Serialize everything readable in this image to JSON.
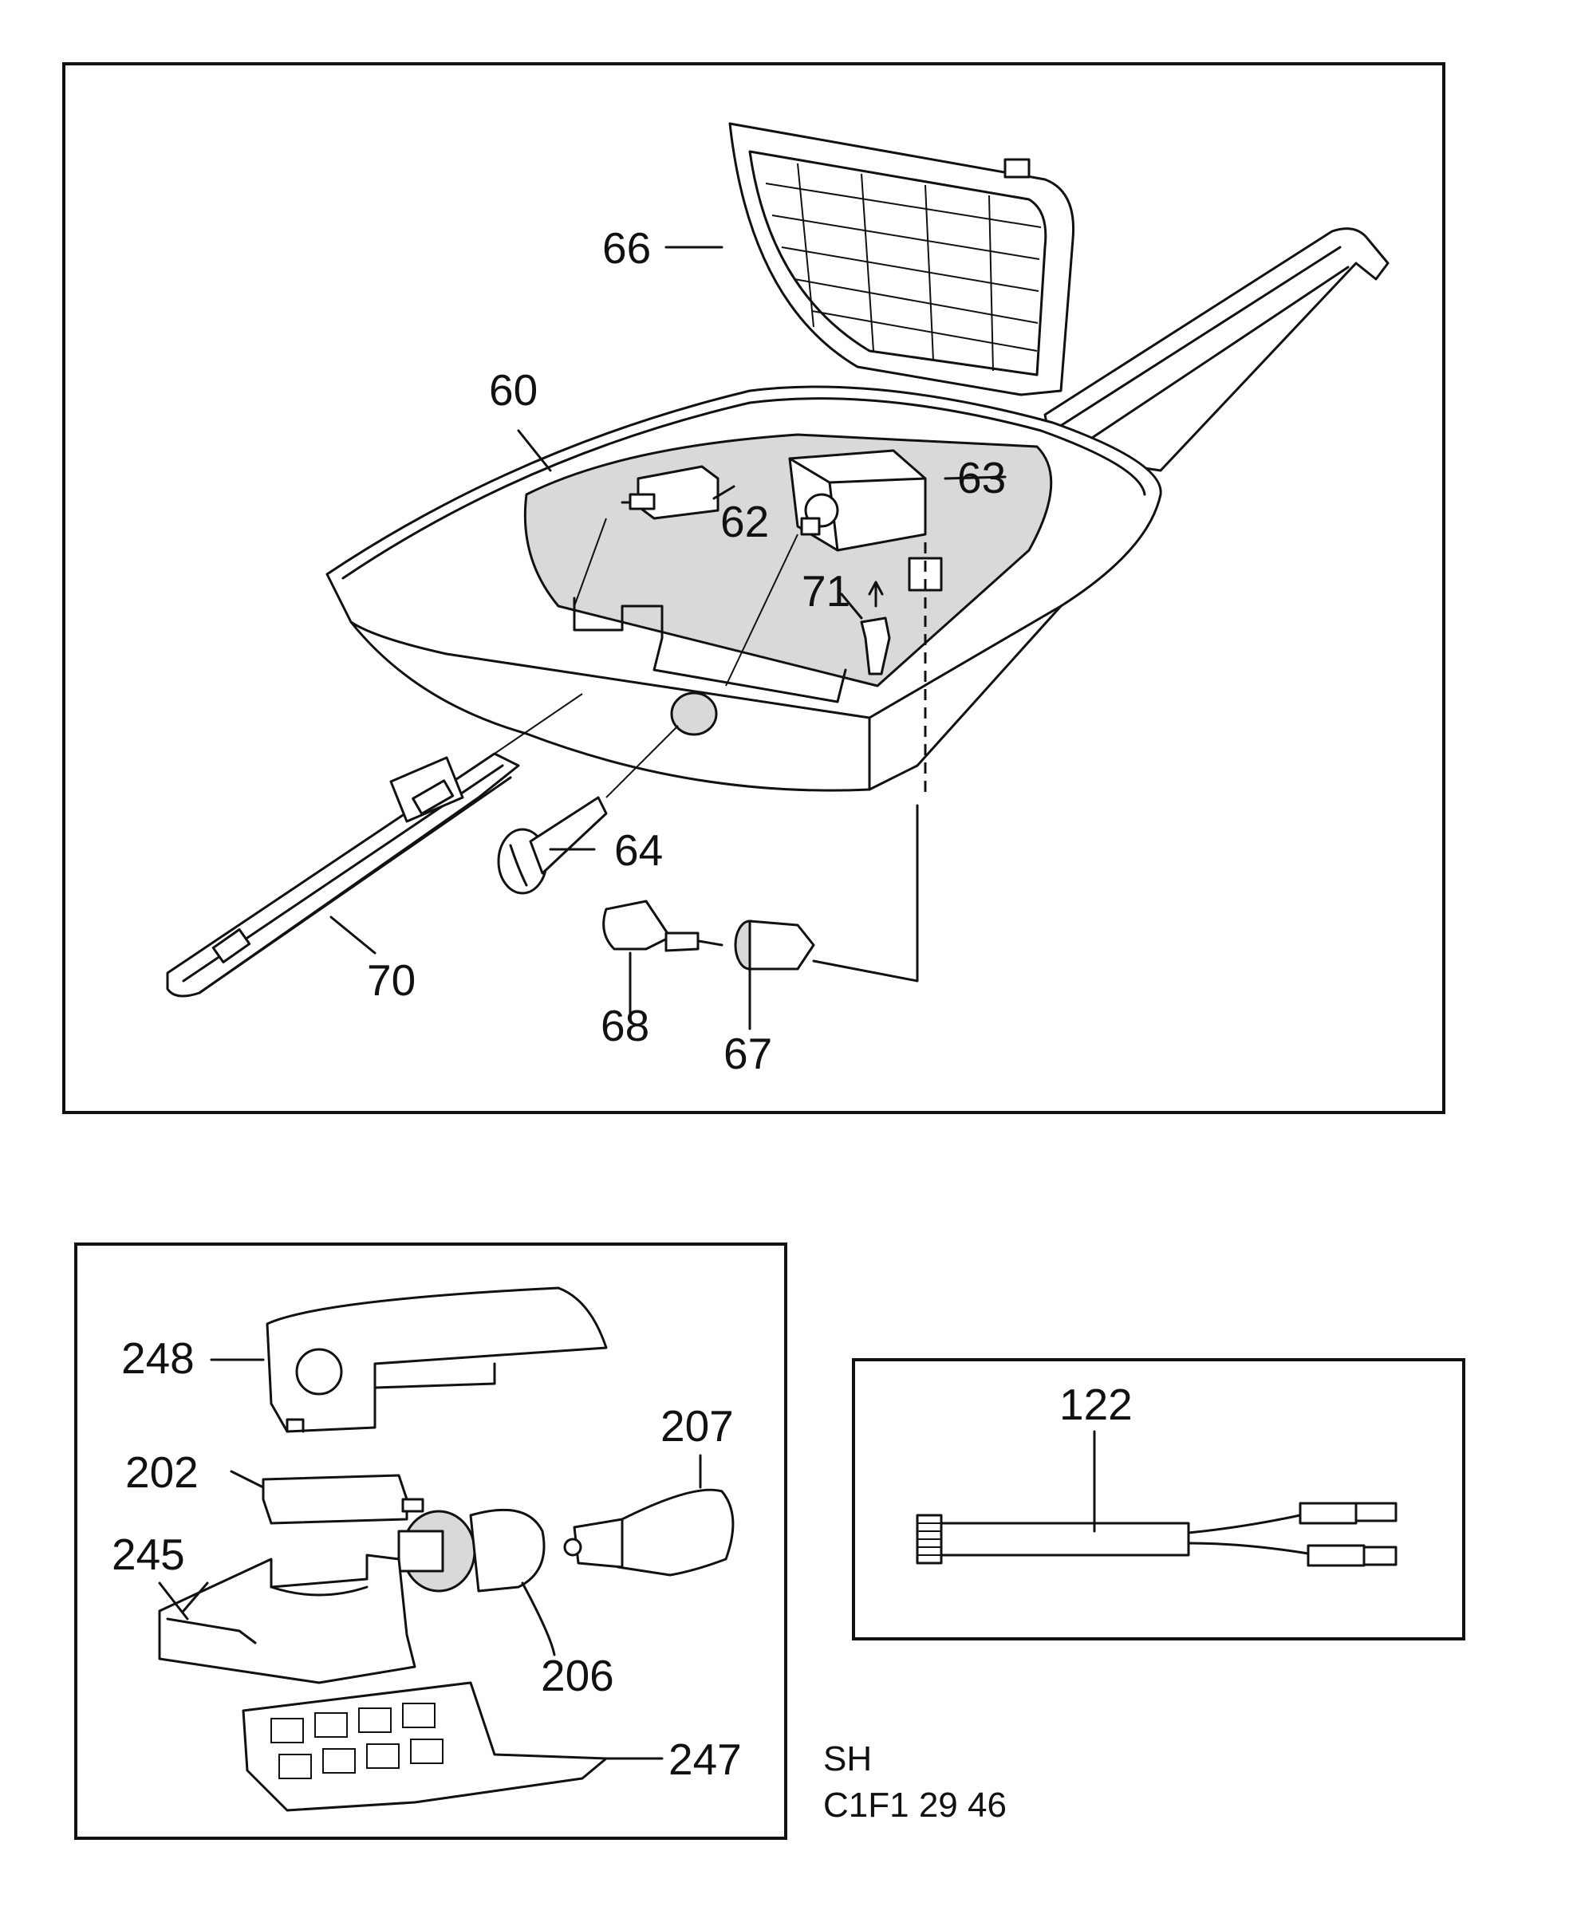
{
  "top_panel": {
    "callouts": {
      "p66": "66",
      "p60": "60",
      "p63": "63",
      "p62": "62",
      "p71": "71",
      "p64": "64",
      "p70": "70",
      "p68": "68",
      "p67": "67"
    }
  },
  "bottom_left_panel": {
    "callouts": {
      "p248": "248",
      "p202": "202",
      "p207": "207",
      "p245": "245",
      "p206": "206",
      "p247": "247"
    }
  },
  "bottom_right_panel": {
    "callouts": {
      "p122": "122"
    }
  },
  "reference": {
    "line1": "SH",
    "line2": "C1F1 29 46"
  }
}
